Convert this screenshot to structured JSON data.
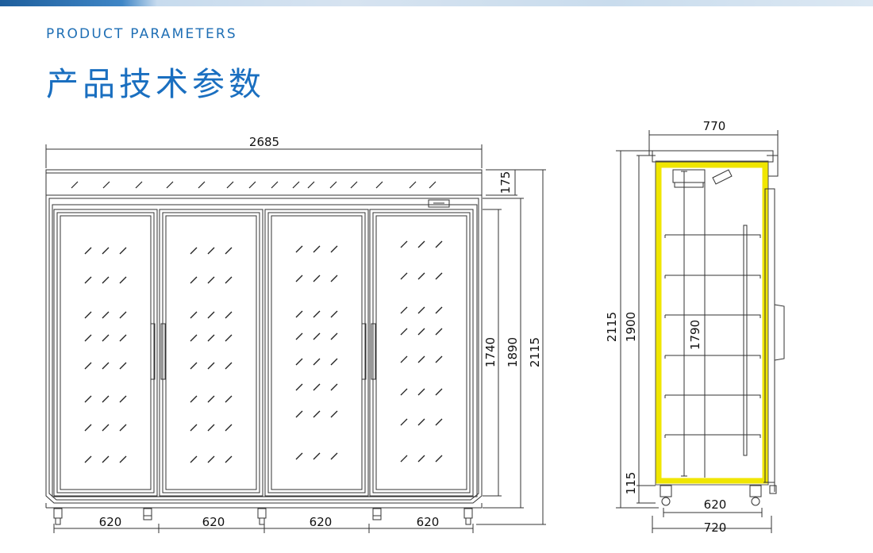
{
  "header": {
    "subtitle_en": "PRODUCT PARAMETERS",
    "title_zh": "产品技术参数"
  },
  "front_view": {
    "total_width": "2685",
    "top_height": "175",
    "door_height": "1740",
    "inner_height": "1890",
    "total_height": "2115",
    "door_widths": [
      "620",
      "620",
      "620",
      "620"
    ]
  },
  "side_view": {
    "total_depth": "770",
    "total_height": "2115",
    "cabinet_height": "1900",
    "inner_height": "1790",
    "base_height": "115",
    "inner_depth": "620",
    "body_depth": "720"
  },
  "colors": {
    "accent": "#1a6fc0",
    "liner": "#f0e600",
    "line": "#333333"
  }
}
